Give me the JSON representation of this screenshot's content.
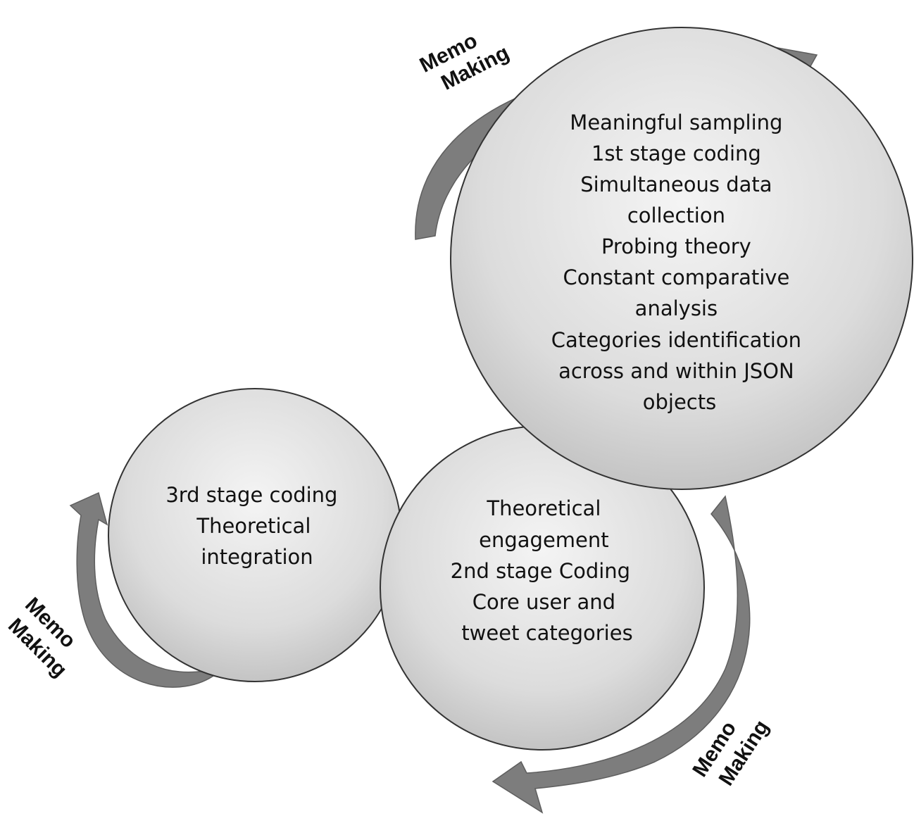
{
  "circles": {
    "first": {
      "lines": [
        "Meaningful sampling",
        "1st stage coding",
        "Simultaneous  data",
        "collection",
        "Probing theory",
        "Constant comparative",
        "analysis",
        "Categories identification",
        "across and within JSON",
        "objects"
      ]
    },
    "second": {
      "lines": [
        "Theoretical",
        "engagement",
        "2nd stage Coding",
        "Core user and",
        "tweet categories"
      ]
    },
    "third": {
      "lines": [
        "3rd stage coding",
        "Theoretical",
        "integration"
      ]
    }
  },
  "memo_labels": {
    "top": [
      "Memo",
      "Making"
    ],
    "bottom_right": [
      "Memo",
      "Making"
    ],
    "left": [
      "Memo",
      "Making"
    ]
  },
  "colors": {
    "circle_light": "#f4f4f4",
    "circle_dark": "#c4c4c4",
    "arrow_fill": "#7d7d7d",
    "arrow_edge": "#5e5e5e"
  }
}
